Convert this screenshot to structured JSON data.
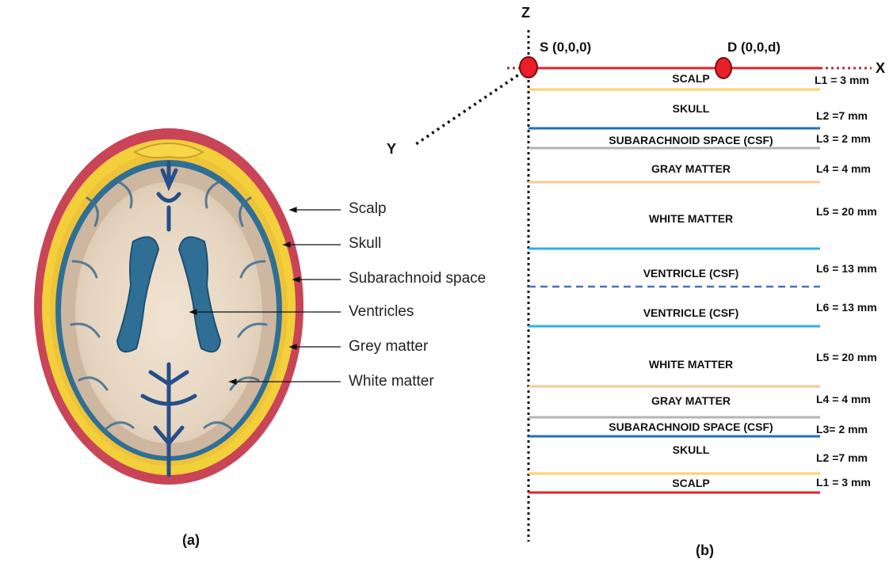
{
  "panel_a": {
    "caption": "(a)",
    "labels": {
      "scalp": "Scalp",
      "skull": "Skull",
      "subarachnoid": "Subarachnoid space",
      "ventricles": "Ventricles",
      "grey_matter": "Grey matter",
      "white_matter": "White matter"
    }
  },
  "panel_b": {
    "caption": "(b)",
    "axes": {
      "z": "Z",
      "x": "X",
      "y": "Y"
    },
    "source": "S (0,0,0)",
    "detector": "D (0,0,d)",
    "layers": [
      {
        "name": "SCALP",
        "thickness": "L1 = 3 mm",
        "line_color": "#f7d26b"
      },
      {
        "name": "SKULL",
        "thickness": "L2 =7 mm",
        "line_color": "#1f6fbf"
      },
      {
        "name": "SUBARACHNOID SPACE (CSF)",
        "thickness": "L3 = 2 mm",
        "line_color": "#b3b3b3"
      },
      {
        "name": "GRAY MATTER",
        "thickness": "L4 = 4 mm",
        "line_color": "#f9c896"
      },
      {
        "name": "WHITE  MATTER",
        "thickness": "L5 = 20 mm",
        "line_color": "#2db0e8"
      },
      {
        "name": "VENTRICLE (CSF)",
        "thickness": "L6 = 13 mm",
        "line_color": "#4472c4"
      },
      {
        "name": "VENTRICLE (CSF)",
        "thickness": "L6 = 13 mm",
        "line_color": "#2db0e8"
      },
      {
        "name": "WHITE  MATTER",
        "thickness": "L5 = 20 mm",
        "line_color": "#f9c896"
      },
      {
        "name": "GRAY MATTER",
        "thickness": "L4 = 4 mm",
        "line_color": "#b3b3b3"
      },
      {
        "name": "SUBARACHNOID SPACE (CSF)",
        "thickness": "L3= 2 mm",
        "line_color": "#1f6fbf"
      },
      {
        "name": "SKULL",
        "thickness": "L2 =7 mm",
        "line_color": "#f7d26b"
      },
      {
        "name": "SCALP",
        "thickness": "L1 = 3 mm",
        "line_color": "#e8202a"
      }
    ],
    "colors": {
      "surface_line": "#e8202a",
      "dotted_surface": "#b0333b",
      "point_fill": "#e8202a"
    }
  }
}
